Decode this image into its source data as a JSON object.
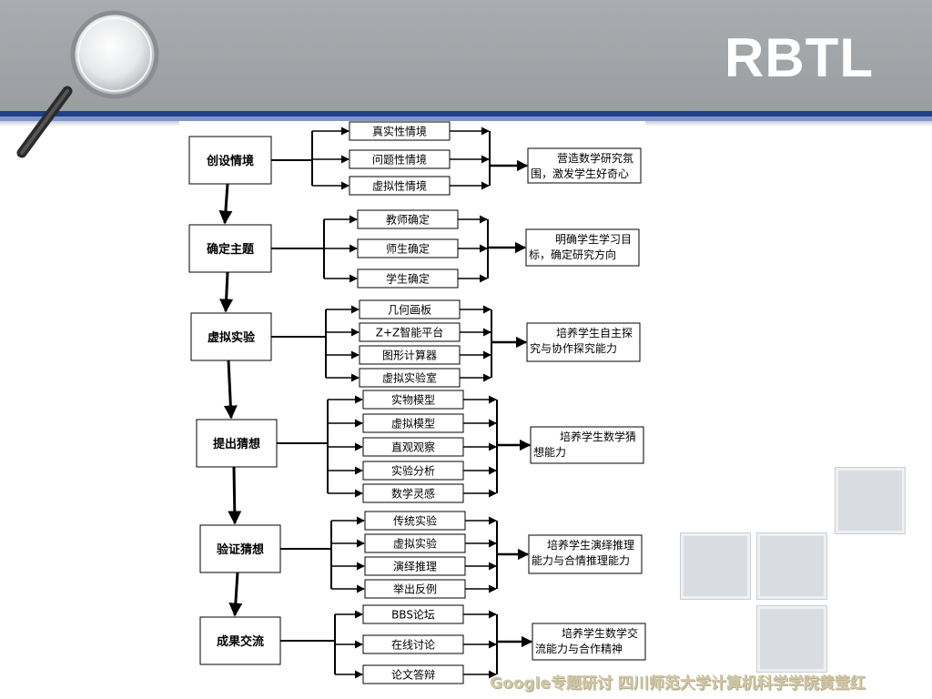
{
  "header": {
    "brand": "RBTL"
  },
  "footer": {
    "credit": "Google专题研讨 四川师范大学计算机科学学院黄莹红"
  },
  "flowchart": {
    "stages": [
      {
        "label": "创设情境",
        "items": [
          "真实性情境",
          "问题性情境",
          "虚拟性情境"
        ],
        "goal": [
          "营造数学研究氛",
          "围，激发学生好奇心"
        ]
      },
      {
        "label": "确定主题",
        "items": [
          "教师确定",
          "师生确定",
          "学生确定"
        ],
        "goal": [
          "明确学生学习目",
          "标，确定研究方向"
        ]
      },
      {
        "label": "虚拟实验",
        "items": [
          "几何画板",
          "Z+Z智能平台",
          "图形计算器",
          "虚拟实验室"
        ],
        "goal": [
          "培养学生自主探",
          "究与协作探究能力"
        ]
      },
      {
        "label": "提出猜想",
        "items": [
          "实物模型",
          "虚拟模型",
          "直观观察",
          "实验分析",
          "数学灵感"
        ],
        "goal": [
          "培养学生数学猜",
          "想能力"
        ]
      },
      {
        "label": "验证猜想",
        "items": [
          "传统实验",
          "虚拟实验",
          "演绎推理",
          "举出反例"
        ],
        "goal": [
          "培养学生演绎推理",
          "能力与合情推理能力"
        ]
      },
      {
        "label": "成果交流",
        "items": [
          "BBS论坛",
          "在线讨论",
          "论文答辩"
        ],
        "goal": [
          "培养学生数学交",
          "流能力与合作精神"
        ]
      }
    ]
  }
}
